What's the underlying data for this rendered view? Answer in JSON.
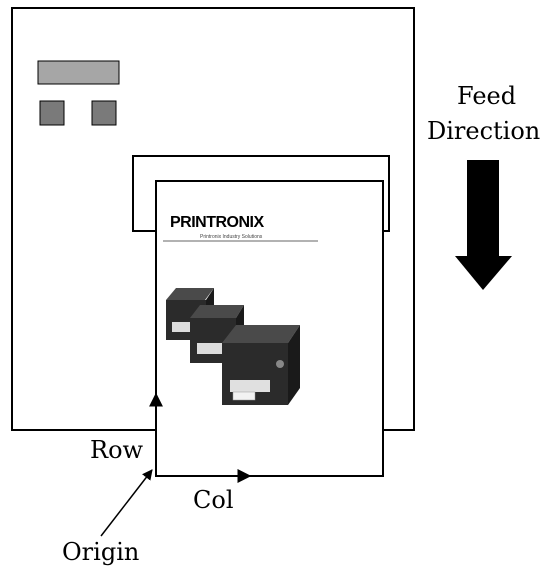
{
  "labels": {
    "feed": "Feed",
    "direction": "Direction",
    "row": "Row",
    "col": "Col",
    "origin": "Origin"
  },
  "label_sheet": {
    "brand": "PRINTRONIX",
    "tagline": "Printronix Industry Solutions"
  },
  "colors": {
    "display": "#a6a6a6",
    "keys": "#7a7a7a",
    "outline": "#000000",
    "printer_body": "#2b2b2b"
  }
}
